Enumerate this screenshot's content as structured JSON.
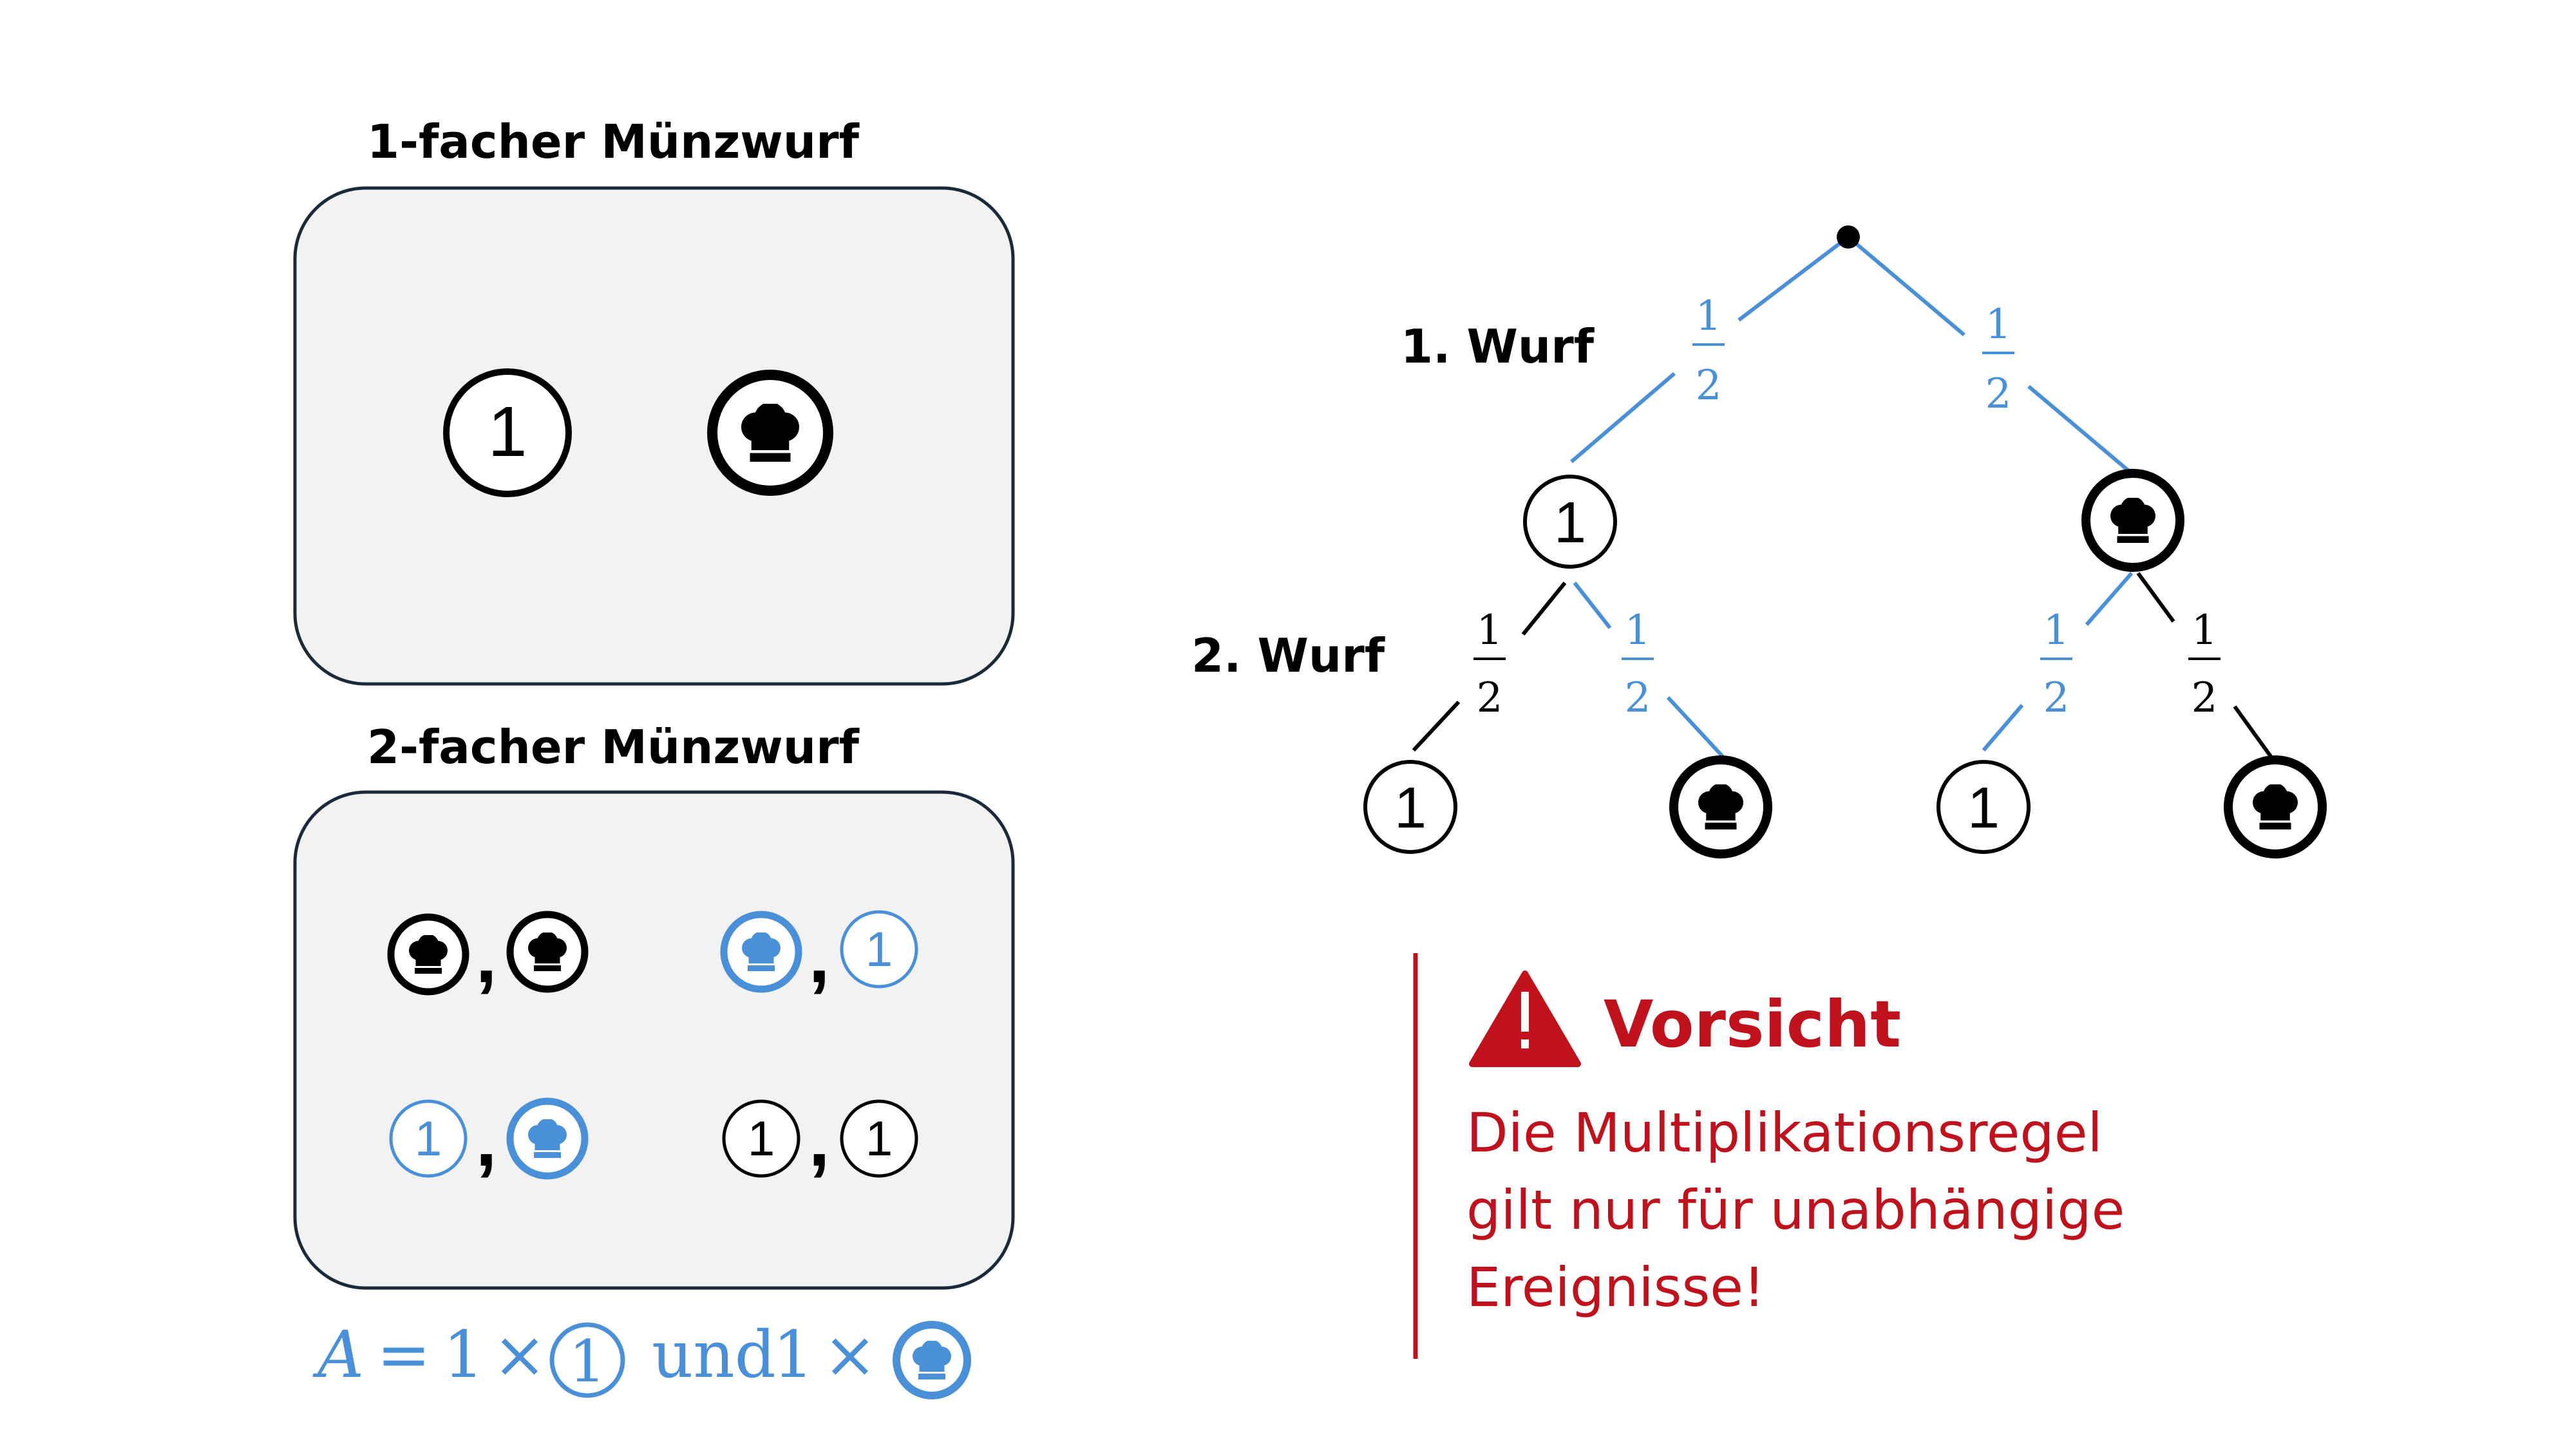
{
  "left": {
    "box1_title": "1-facher Münzwurf",
    "box2_title": "2-facher Münzwurf",
    "coin_number": "1",
    "formula": {
      "var": "A",
      "eq": "=",
      "count1": "1",
      "times": "×",
      "und": "und",
      "count2": "1"
    }
  },
  "tree": {
    "level1_label": "1. Wurf",
    "level2_label": "2. Wurf",
    "coin_number": "1",
    "prob_num": "1",
    "prob_den": "2"
  },
  "warning": {
    "title": "Vorsicht",
    "line1": "Die Multiplikationsregel",
    "line2": "gilt nur für unabhängige",
    "line3": "Ereignisse!"
  },
  "colors": {
    "blue": "#4a90d9",
    "red": "#c0121c",
    "box_fill": "#f2f2f2",
    "box_stroke": "#1a2a3a"
  },
  "icons": {
    "head": "chef-hat-icon",
    "number": "number-one-coin"
  }
}
